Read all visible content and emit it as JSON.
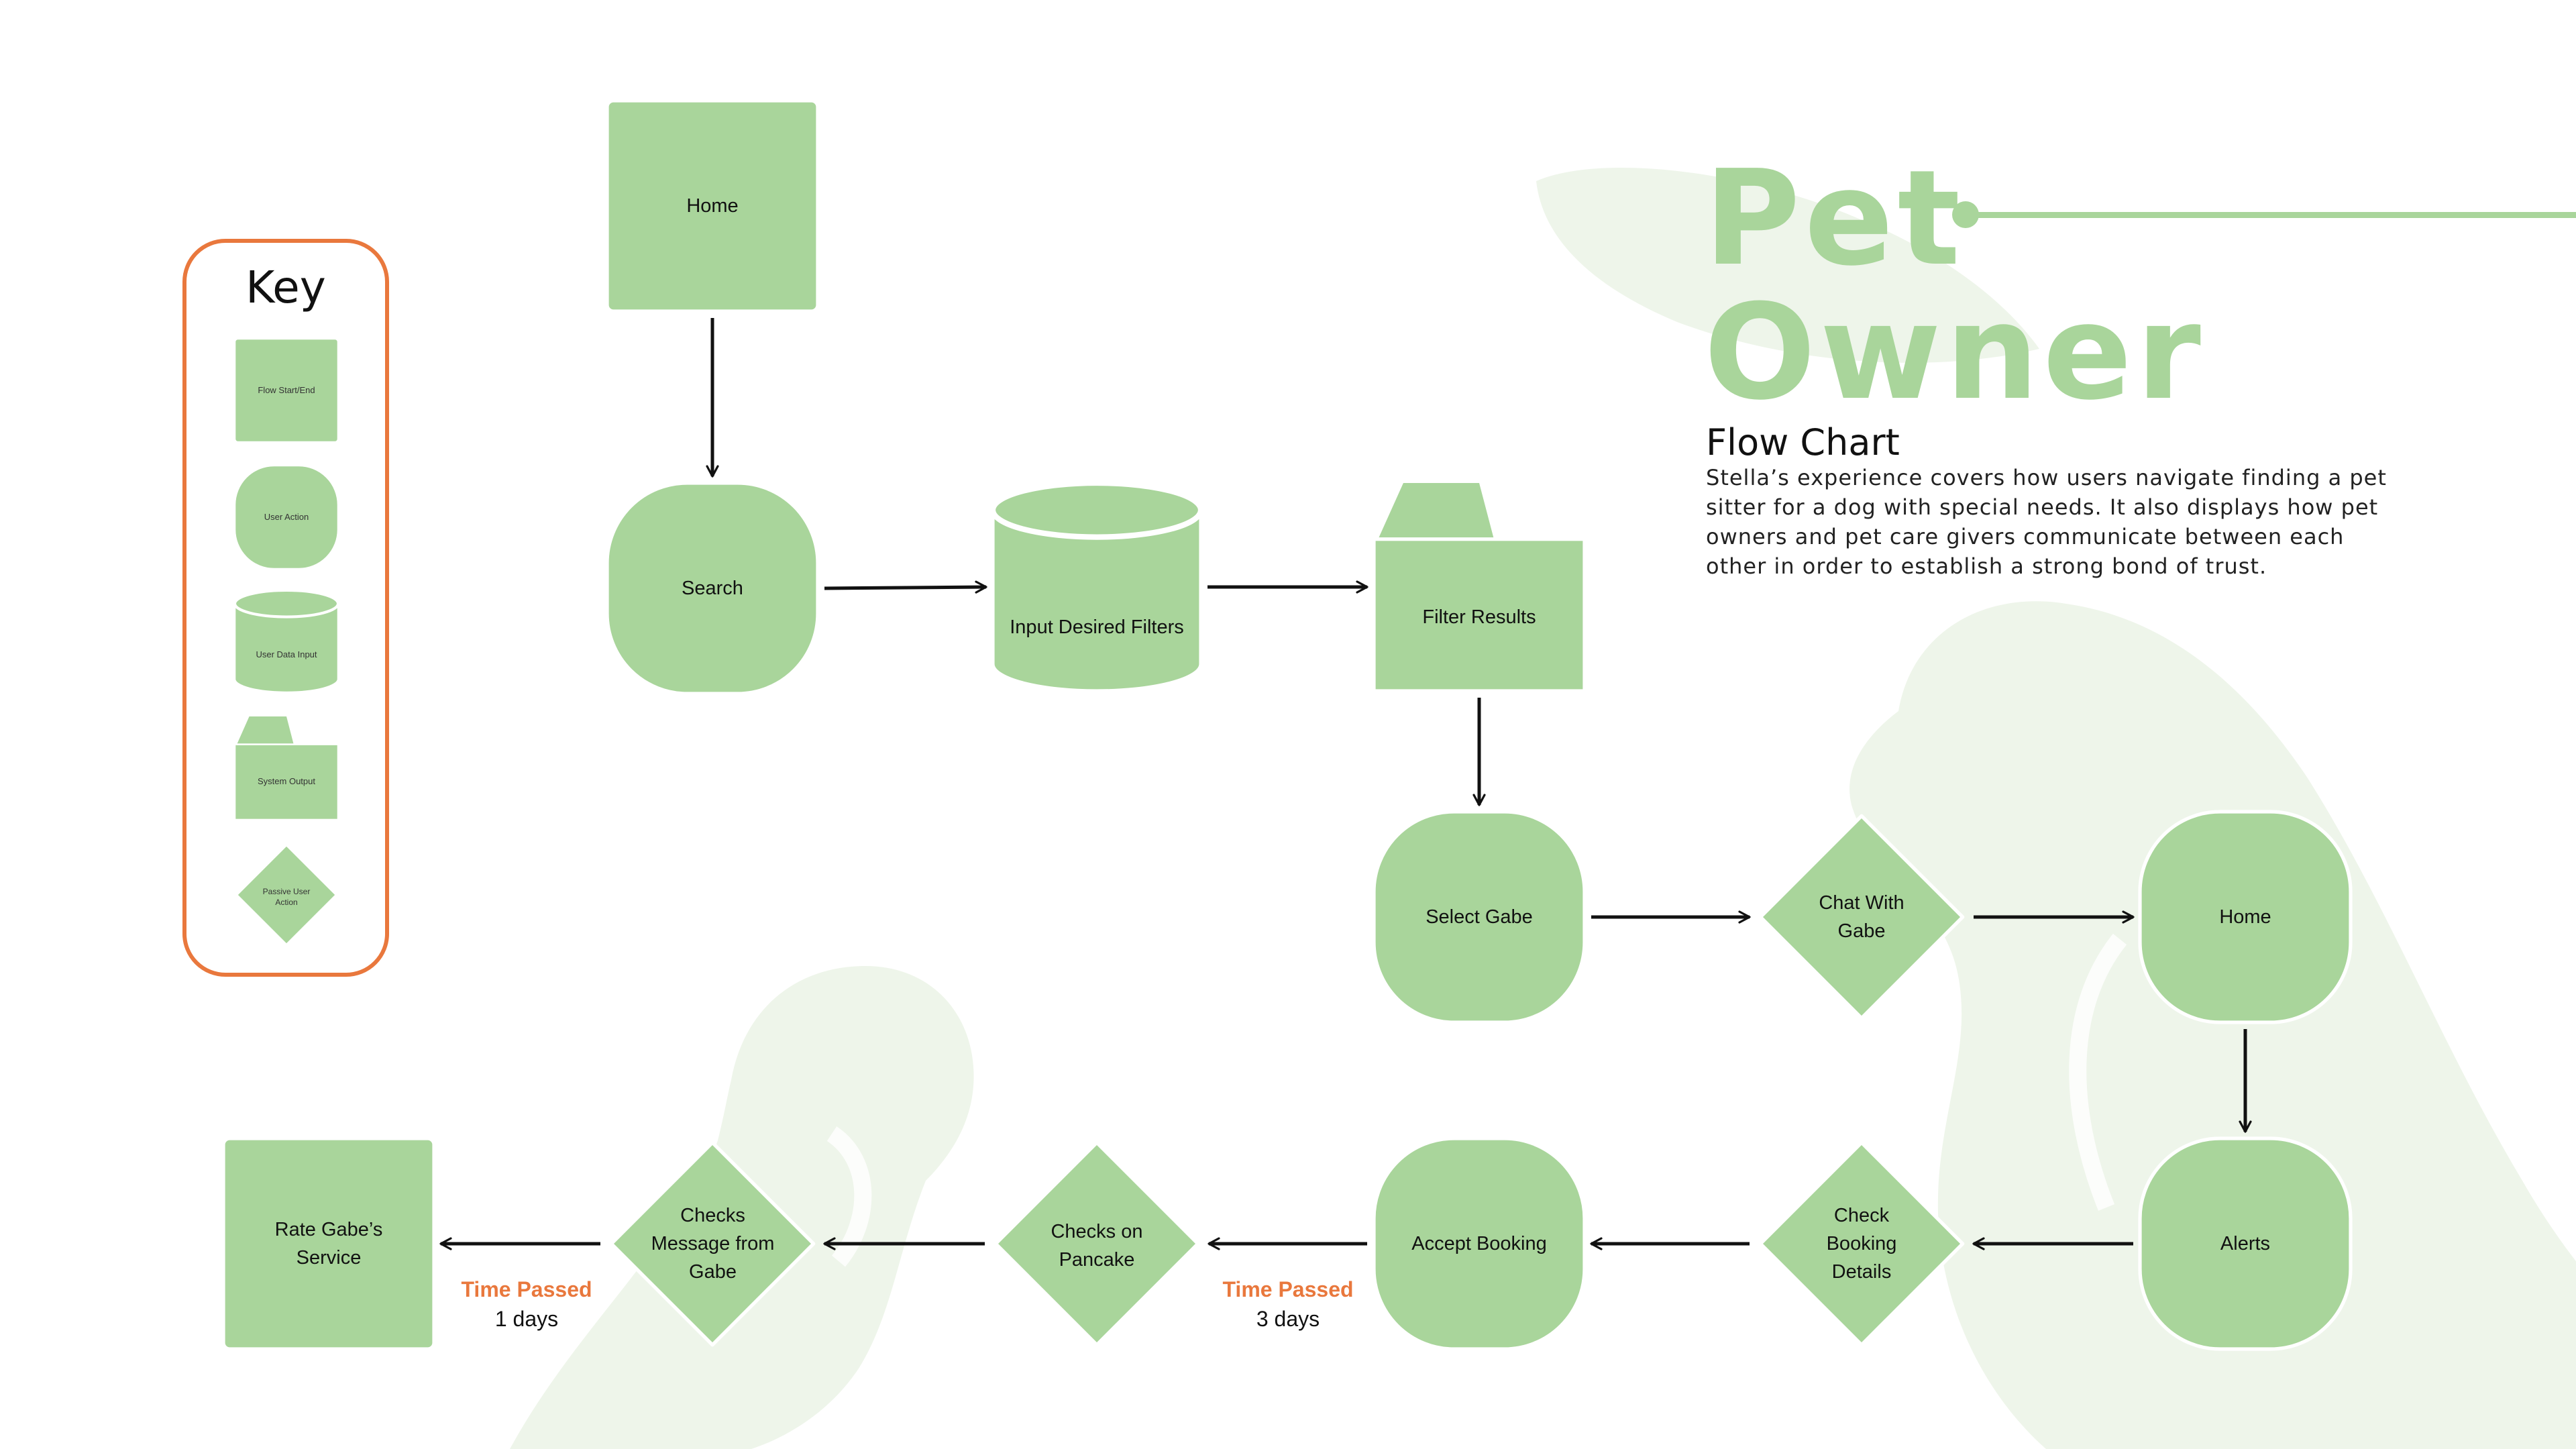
{
  "colors": {
    "node_fill": "#a9d59b",
    "node_stroke": "#ffffff",
    "edge": "#111111",
    "accent_orange": "#e9783d",
    "watermark": "#eef5ea"
  },
  "title": {
    "line1": "Pet",
    "line2": "Owner",
    "subtitle": "Flow Chart"
  },
  "description": "Stella’s experience covers how users navigate finding a pet sitter for a dog with special needs. It also displays how pet owners and pet care givers communicate between each other in order to establish a strong bond of trust.",
  "key": {
    "title": "Key",
    "items": [
      {
        "shape": "rect",
        "label": "Flow Start/End"
      },
      {
        "shape": "rounded",
        "label": "User Action"
      },
      {
        "shape": "cylinder",
        "label": "User Data Input"
      },
      {
        "shape": "folder",
        "label": "System Output"
      },
      {
        "shape": "diamond",
        "label": "Passive User Action"
      }
    ]
  },
  "nodes": {
    "home_start": {
      "label": "Home",
      "shape": "rect"
    },
    "search": {
      "label": "Search",
      "shape": "rounded"
    },
    "input_filters": {
      "label": "Input Desired Filters",
      "shape": "cylinder"
    },
    "filter_results": {
      "label": "Filter Results",
      "shape": "folder"
    },
    "select_gabe": {
      "label": "Select Gabe",
      "shape": "rounded"
    },
    "chat_gabe": {
      "label": "Chat With Gabe",
      "shape": "diamond"
    },
    "home_2": {
      "label": "Home",
      "shape": "rounded"
    },
    "alerts": {
      "label": "Alerts",
      "shape": "rounded"
    },
    "check_booking": {
      "label": "Check Booking Details",
      "shape": "diamond"
    },
    "accept_booking": {
      "label": "Accept Booking",
      "shape": "rounded"
    },
    "checks_pancake": {
      "label": "Checks on Pancake",
      "shape": "diamond"
    },
    "checks_message": {
      "label": "Checks Message from Gabe",
      "shape": "diamond"
    },
    "rate_service": {
      "label": "Rate Gabe’s Service",
      "shape": "rect"
    }
  },
  "edges": [
    {
      "from": "home_start",
      "to": "search"
    },
    {
      "from": "search",
      "to": "input_filters"
    },
    {
      "from": "input_filters",
      "to": "filter_results"
    },
    {
      "from": "filter_results",
      "to": "select_gabe"
    },
    {
      "from": "select_gabe",
      "to": "chat_gabe"
    },
    {
      "from": "chat_gabe",
      "to": "home_2"
    },
    {
      "from": "home_2",
      "to": "alerts"
    },
    {
      "from": "alerts",
      "to": "check_booking"
    },
    {
      "from": "check_booking",
      "to": "accept_booking"
    },
    {
      "from": "accept_booking",
      "to": "checks_pancake",
      "note_time": "Time Passed",
      "note_duration": "3 days"
    },
    {
      "from": "checks_pancake",
      "to": "checks_message"
    },
    {
      "from": "checks_message",
      "to": "rate_service",
      "note_time": "Time Passed",
      "note_duration": "1 days"
    }
  ]
}
